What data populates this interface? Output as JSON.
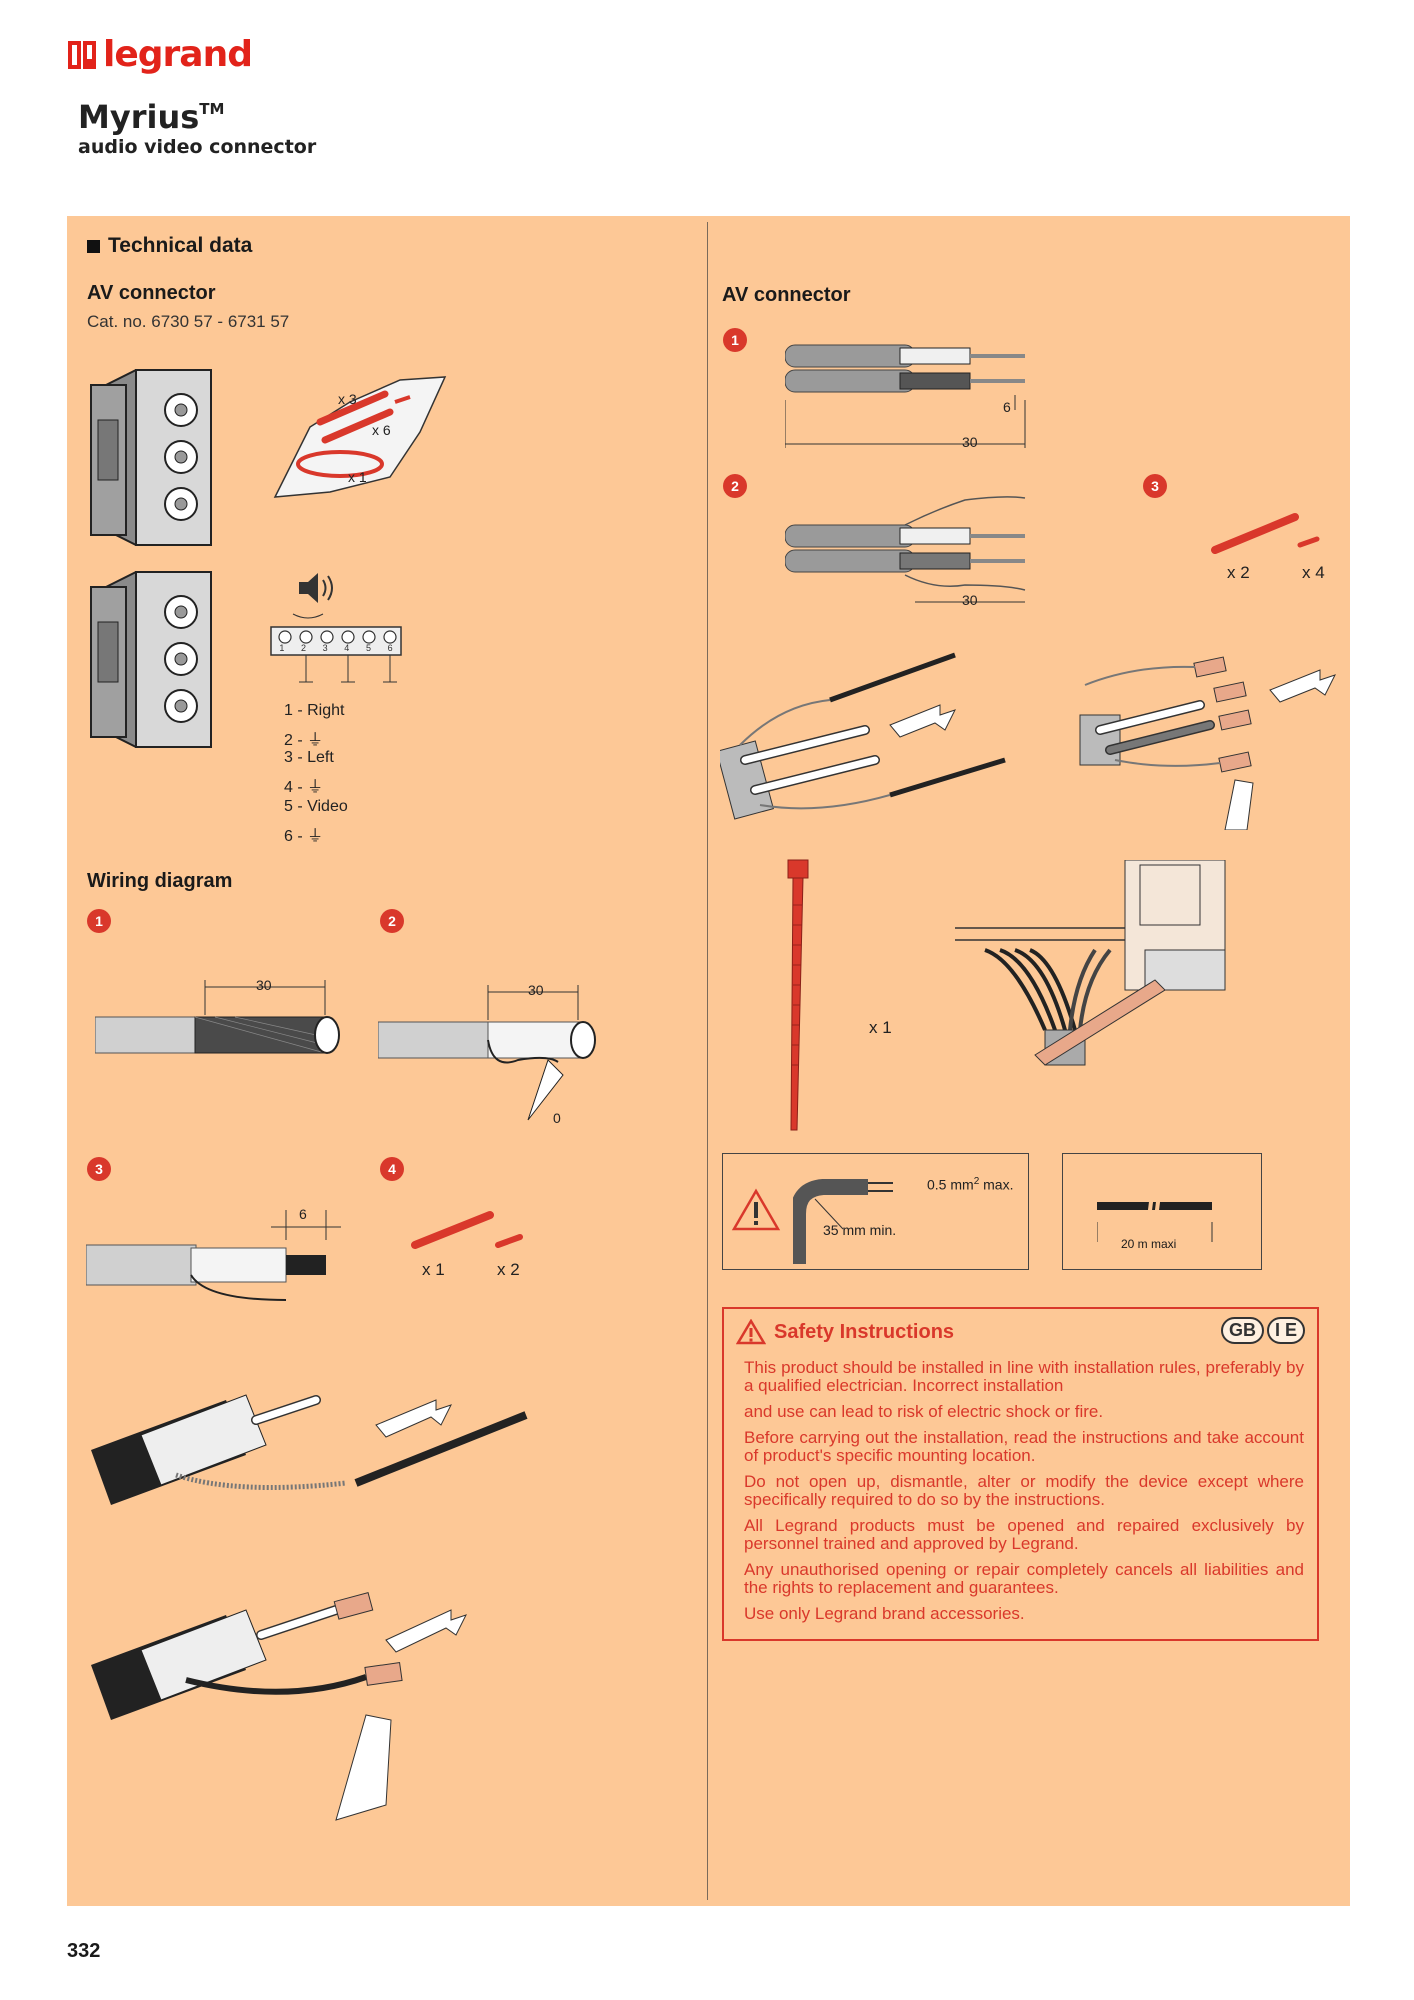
{
  "brand": {
    "name": "legrand",
    "color": "#e2231a"
  },
  "product": {
    "title": "Myrius",
    "tm": "TM",
    "subtitle": "audio video connector"
  },
  "panel": {
    "background": "#fdc896"
  },
  "left": {
    "section_heading": "Technical data",
    "av_heading": "AV connector",
    "catalog": "Cat. no. 6730 57 - 6731 57",
    "bag_counts": [
      "x 3",
      "x 6",
      "x 1"
    ],
    "terminal_numbers": [
      "1",
      "2",
      "3",
      "4",
      "5",
      "6"
    ],
    "pinout": [
      "1 - Right",
      "2 -",
      "3 - Left",
      "4 -",
      "5 - Video",
      "6 -"
    ],
    "wiring_heading": "Wiring diagram",
    "steps": [
      "1",
      "2",
      "3",
      "4"
    ],
    "dim_30": "30",
    "dim_6": "6",
    "dim_0": "0",
    "step4_counts": [
      "x 1",
      "x 2"
    ]
  },
  "right": {
    "av_heading": "AV connector",
    "steps": [
      "1",
      "2",
      "3"
    ],
    "dim_6": "6",
    "dim_30": "30",
    "step3_counts": [
      "x 2",
      "x 4"
    ],
    "tie_count": "x 1",
    "wire_max": "0.5 mm",
    "wire_max_sup": "2",
    "wire_max_suffix": " max.",
    "bend_radius": "35 mm min.",
    "length": "20 m maxi"
  },
  "safety": {
    "title": "Safety Instructions",
    "badges": [
      "GB",
      "I E"
    ],
    "paragraphs": [
      "This product should be installed in line with installation rules, preferably by a qualified electrician. Incorrect installation",
      "and use can lead to risk of electric shock or fire.",
      "Before carrying out the installation, read the instructions and take account of product's specific mounting location.",
      "Do not open up, dismantle, alter or modify the device except where specifically required to do so by the instructions.",
      "All Legrand products must be opened and repaired exclusively by personnel trained and approved by Legrand.",
      "Any unauthorised opening or repair completely cancels all liabilities and the rights to replacement and guarantees.",
      "Use only Legrand brand accessories."
    ],
    "color": "#d9382b"
  },
  "page_number": "332"
}
